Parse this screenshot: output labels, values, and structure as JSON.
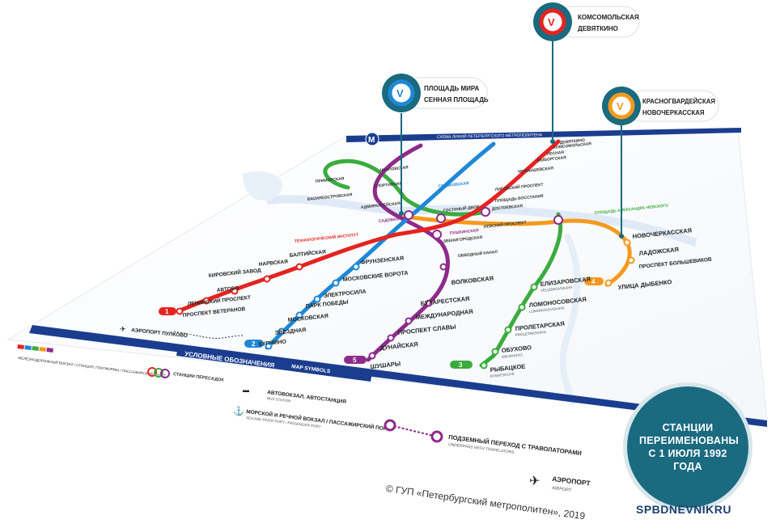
{
  "map_header": "СХЕМА ЛИНИЙ ПЕТЕРБУРГСКОГО МЕТРОПОЛИТЕНА",
  "callouts": [
    {
      "id": "c1",
      "color": "#e52320",
      "line1": "КОМСОМОЛЬСКАЯ",
      "line2": "ДЕВЯТКИНО"
    },
    {
      "id": "c2",
      "color": "#1e88d6",
      "line1": "ПЛОЩАДЬ МИРА",
      "line2": "СЕННАЯ ПЛОЩАДЬ"
    },
    {
      "id": "c3",
      "color": "#f39a1e",
      "line1": "КРАСНОГВАРДЕЙСКАЯ",
      "line2": "НОВОЧЕРКАССКАЯ"
    }
  ],
  "stations": {
    "green": [
      "ЕЛИЗАРОВСКАЯ",
      "ЛОМОНОСОВСКАЯ",
      "ПРОЛЕТАРСКАЯ",
      "ОБУХОВО",
      "РЫБАЦКОЕ"
    ],
    "green_latin": [
      "YELIZAROVSKAYA",
      "LOMONOSOVSKAYA",
      "PROLETARSKAYA",
      "OBUKHOVO",
      "RYBATSKOYE"
    ],
    "orange": [
      "НОВОЧЕРКАССКАЯ",
      "ЛАДОЖСКАЯ",
      "ПРОСПЕКТ БОЛЬШЕВИКОВ",
      "УЛИЦА ДЫБЕНКО"
    ],
    "purple": [
      "ВОЛКОВСКАЯ",
      "БУХАРЕСТСКАЯ",
      "МЕЖДУНАРОДНАЯ",
      "ПРОСПЕКТ СЛАВЫ",
      "ДУНАЙСКАЯ",
      "ШУШАРЫ"
    ],
    "blue": [
      "ФРУНЗЕНСКАЯ",
      "МОСКОВСКИЕ ВОРОТА",
      "ЭЛЕКТРОСИЛА",
      "ПАРК ПОБЕДЫ",
      "МОСКОВСКАЯ",
      "ЗВЕЗДНАЯ",
      "КУПЧИНО"
    ],
    "red": [
      "БАЛТИЙСКАЯ",
      "НАРВСКАЯ",
      "КИРОВСКИЙ ЗАВОД",
      "АВТОВО",
      "ЛЕНИНСКИЙ ПРОСПЕКТ",
      "ПРОСПЕКТ ВЕТЕРАНОВ"
    ],
    "center": [
      "ОБВОДНЫЙ КАНАЛ",
      "ПУШКИНСКАЯ",
      "ДОСТОЕВСКАЯ",
      "НЕВСКИЙ ПРОСПЕКТ",
      "ЛИГОВСКИЙ ПРОСПЕКТ",
      "ПЛОЩАДЬ АЛЕКСАНДРА НЕВСКОГО",
      "ГОРЬКОВСКАЯ",
      "ЧЕРНЫШЕВСКАЯ",
      "ВЫБОРГСКАЯ",
      "ЛЕСНАЯ",
      "КОМСОМОЛЬСКАЯ",
      "ДЕВЯТКИНО",
      "ТЕХНОЛОГИЧЕСКИЙ ИНСТИТУТ",
      "САДОВАЯ",
      "ГОСТИНЫЙ ДВОР",
      "ВАСИЛЕОСТРОВСКАЯ",
      "ПРИМОРСКАЯ",
      "ЧКАЛОВСКАЯ",
      "СПОРТИВНАЯ",
      "АДМИРАЛТЕЙСКАЯ",
      "ЗВЕНИГОРОДСКАЯ",
      "ПЛОЩАДЬ ВОССТАНИЯ"
    ]
  },
  "line_badges": [
    "1",
    "2",
    "3",
    "4",
    "5"
  ],
  "airport": "АЭРОПОРТ ПУЛКОВО",
  "legend": {
    "title": "УСЛОВНЫЕ ОБОЗНАЧЕНИЯ",
    "title_en": "MAP SYMBOLS",
    "item1": "ЖЕЛЕЗНОДОРОЖНЫЙ ВОКЗАЛ / СТАНЦИЯ, ПЛАТФОРМЫ / ПАССАЖИРСКИЙ ПУНКТ",
    "item2": "СТАНЦИИ ПЕРЕСАДОК",
    "bus": "АВТОВОКЗАЛ, АВТОСТАНЦИЯ",
    "bus_en": "BUS STATION",
    "port": "МОРСКОЙ И РЕЧНОЙ ВОКЗАЛ / ПАССАЖИРСКИЙ ПОРТ",
    "port_en": "SEA AND RIVER PORT / PASSENGER PORT",
    "underpass": "ПОДЗЕМНЫЙ ПЕРЕХОД С ТРАВОЛАТОРАМИ",
    "underpass_en": "UNDERPASS WITH TRAVELATORS",
    "airport": "АЭРОПОРТ",
    "airport_en": "AIRPORT"
  },
  "info_circle": "СТАНЦИИ ПЕРЕИМЕНОВАНЫ С 1 ИЮЛЯ 1992 ГОДА",
  "copyright": "© ГУП «Петербургский метрополитен», 2019",
  "brand": "SPBDNEVNIKRU",
  "colors": {
    "red": "#e52320",
    "blue": "#1e88d6",
    "green": "#3aac3f",
    "orange": "#f39a1e",
    "purple": "#8d2b8b",
    "navy": "#1b3d8f",
    "teal": "#1a6a80"
  }
}
